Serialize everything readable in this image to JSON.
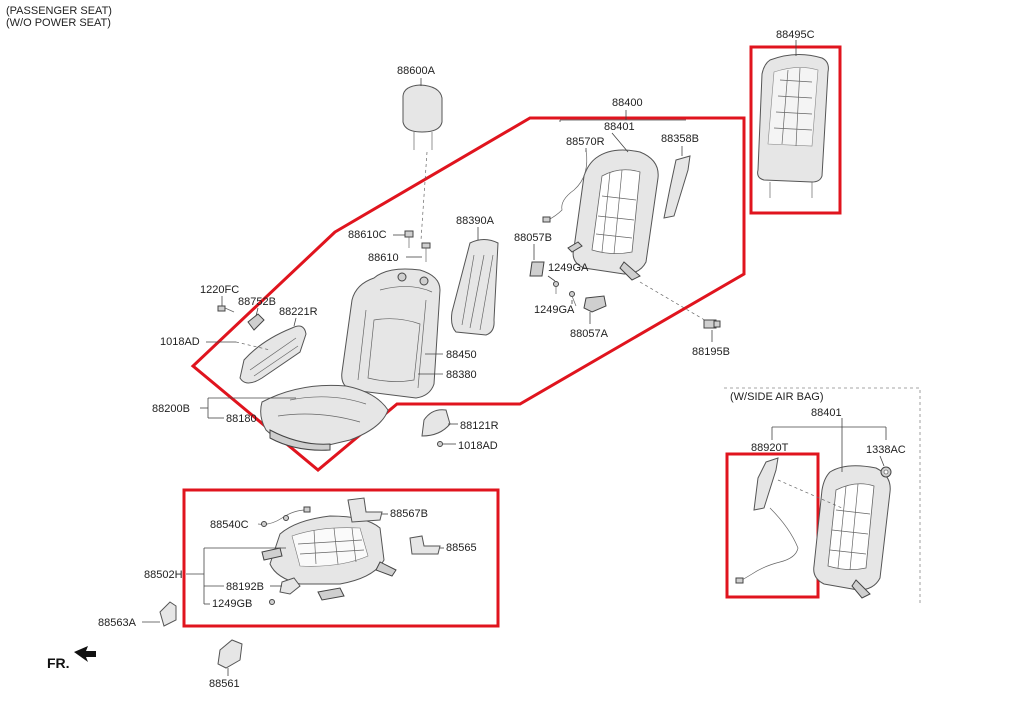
{
  "header": {
    "line1": "(PASSENGER SEAT)",
    "line2": "(W/O POWER SEAT)"
  },
  "inset": {
    "title": "(W/SIDE AIR BAG)"
  },
  "front_label": "FR.",
  "parts": {
    "p88600A": "88600A",
    "p88400": "88400",
    "p88401": "88401",
    "p88570R": "88570R",
    "p88358B": "88358B",
    "p88495C": "88495C",
    "p88390A": "88390A",
    "p88610C": "88610C",
    "p88610": "88610",
    "p88057B": "88057B",
    "p1249GA_a": "1249GA",
    "p1249GA_b": "1249GA",
    "p88057A": "88057A",
    "p88195B": "88195B",
    "p1220FC": "1220FC",
    "p88752B": "88752B",
    "p88221R": "88221R",
    "p1018AD_a": "1018AD",
    "p88450": "88450",
    "p88380": "88380",
    "p88200B": "88200B",
    "p88180": "88180",
    "p88121R": "88121R",
    "p1018AD_b": "1018AD",
    "p88540C": "88540C",
    "p88567B": "88567B",
    "p88565": "88565",
    "p88502H": "88502H",
    "p88192B": "88192B",
    "p1249GB": "1249GB",
    "p88563A": "88563A",
    "p88561": "88561",
    "p88401_inset": "88401",
    "p88920T": "88920T",
    "p1338AC": "1338AC"
  },
  "colors": {
    "highlight": "#e0141e",
    "part_fill": "#e6e6e6",
    "line": "#444444"
  }
}
